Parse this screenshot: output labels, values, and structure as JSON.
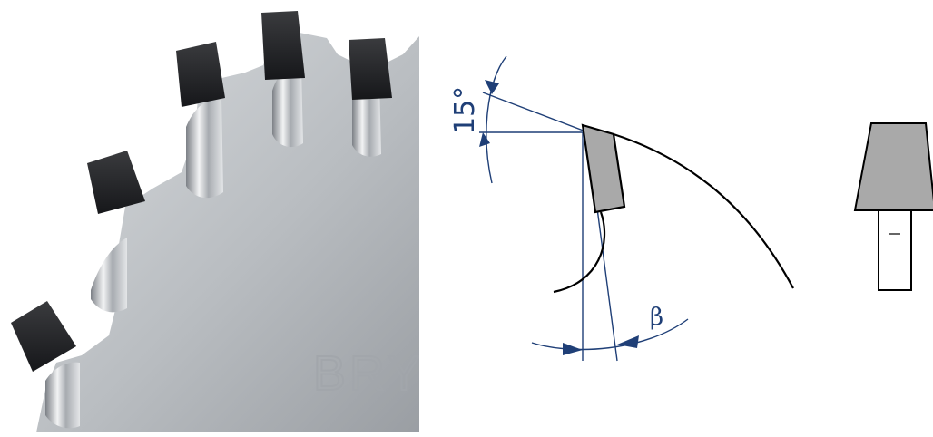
{
  "figure": {
    "hook_angle_label": "15°",
    "clearance_angle_label": "β",
    "engraving_text": "BRY"
  },
  "colors": {
    "dimension_blue": "#1f3f77",
    "tooth_tip_gray": "#a9a9a9",
    "carbide_dark": "#2a2a2c",
    "steel_light": "#c9cdd1",
    "steel_dark": "#8a8f95"
  }
}
